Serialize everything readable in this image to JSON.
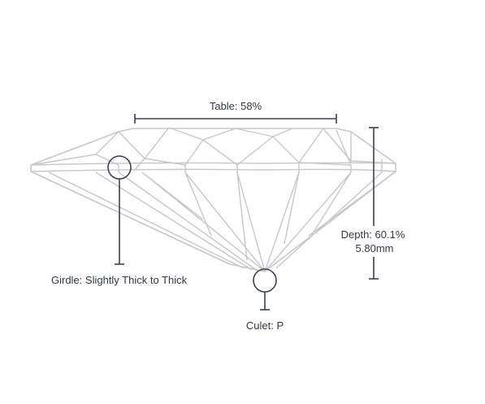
{
  "labels": {
    "table": "Table: 58%",
    "depth_line1": "Depth: 60.1%",
    "depth_line2": "5.80mm",
    "girdle": "Girdle: Slightly Thick to Thick",
    "culet": "Culet: P"
  },
  "colors": {
    "diamond_lines": "#c8c8c8",
    "annotation_lines": "#3a4250",
    "text": "#333a44"
  }
}
